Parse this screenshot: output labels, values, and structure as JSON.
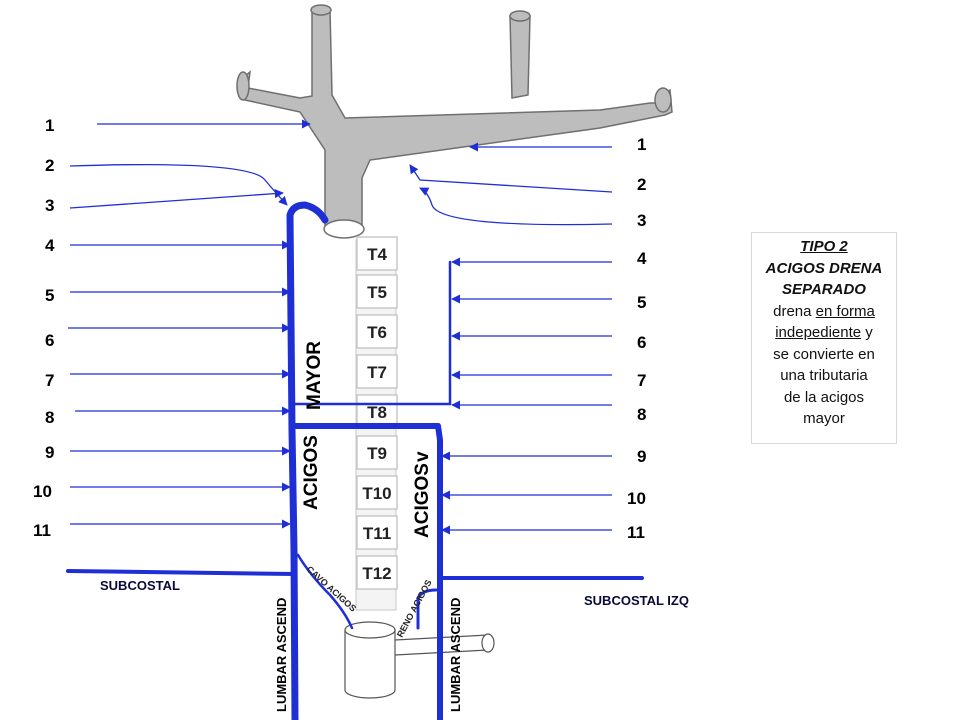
{
  "left_numbers": [
    "1",
    "2",
    "3",
    "4",
    "5",
    "6",
    "7",
    "8",
    "9",
    "10",
    "11"
  ],
  "right_numbers": [
    "1",
    "2",
    "3",
    "4",
    "5",
    "6",
    "7",
    "8",
    "9",
    "10",
    "11"
  ],
  "vertebrae": [
    "T4",
    "T5",
    "T6",
    "T7",
    "T8",
    "T9",
    "T10",
    "T11",
    "T12"
  ],
  "labels": {
    "acigos": "ACIGOS",
    "mayor": "MAYOR",
    "acigos_menor": "ACIGOS",
    "acigos_menor_suffix": "v",
    "subcostal": "SUBCOSTAL",
    "subcostal_izq": "SUBCOSTAL  IZQ",
    "lumbar_left": "LUMBAR ASCEND",
    "lumbar_right": "LUMBAR ASCEND",
    "cavo_acigos": "CAVO ACIGOS",
    "reno_acigos": "RENO ACIGOS"
  },
  "note": {
    "title": "TIPO 2",
    "line1": "ACIGOS DRENA",
    "line2": "SEPARADO",
    "line3": "drena ",
    "line3_underlined": "en forma",
    "line4_underlined": "indepediente",
    "line4_rest": " y",
    "line5": "se convierte en",
    "line6": "una tributaria",
    "line7": "de la acigos",
    "line8": "mayor"
  },
  "colors": {
    "vein": "#1f2fd6",
    "arrow": "#1f2fd6",
    "grey_vessel": "#bdbdbd",
    "vertebra_border": "#c8c8c8"
  }
}
